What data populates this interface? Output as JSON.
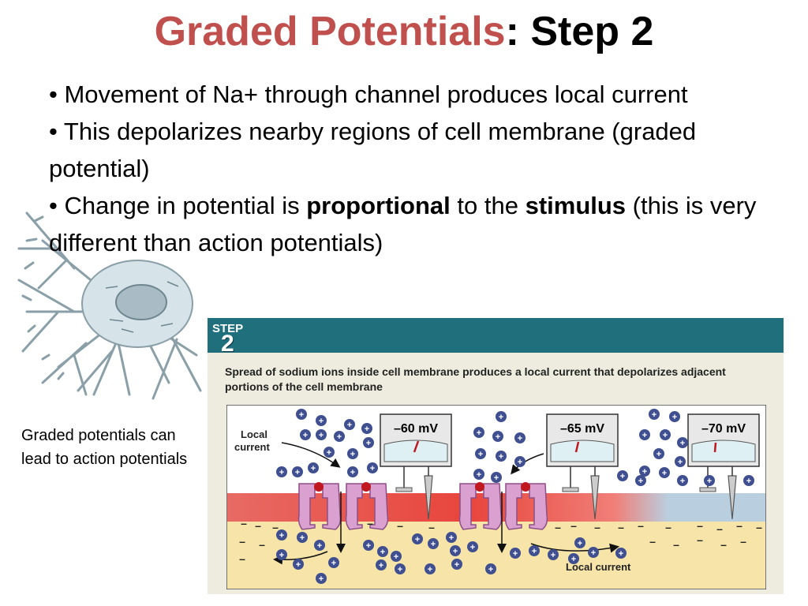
{
  "slide": {
    "title_accent": "Graded Potentials",
    "title_rest": ": Step 2",
    "bullet1": "• Movement of Na+ through channel produces local current",
    "bullet2": "• This depolarizes nearby regions of cell membrane (graded potential)",
    "bullet3_a": "• Change in potential is ",
    "bullet3_bold1": "proportional",
    "bullet3_b": " to the ",
    "bullet3_bold2": "stimulus",
    "bullet3_c": " (this is very different than action potentials)",
    "side_note": "Graded potentials can lead to action potentials",
    "accent_color": "#c0504d"
  },
  "figure": {
    "step_word": "STEP",
    "step_number": "2",
    "caption": "Spread of sodium ions inside cell membrane produces a local current that depolarizes adjacent portions of the cell membrane",
    "local_current_top_line1": "Local",
    "local_current_top_line2": "current",
    "local_current_bottom": "Local current",
    "meters": [
      {
        "value": "–60 mV"
      },
      {
        "value": "–65 mV"
      },
      {
        "value": "–70 mV"
      }
    ],
    "ion_sign_positive": "+",
    "ion_sign_negative": "–",
    "colors": {
      "header_bar": "#1f6f7c",
      "membrane_depolarized": "#e8453c",
      "membrane_resting": "#b9cfe0",
      "extracellular": "#ffffff",
      "cytoplasm": "#f6e4a8",
      "channel": "#d9a0d0",
      "sodium_ion": "#3f4f8f"
    }
  }
}
